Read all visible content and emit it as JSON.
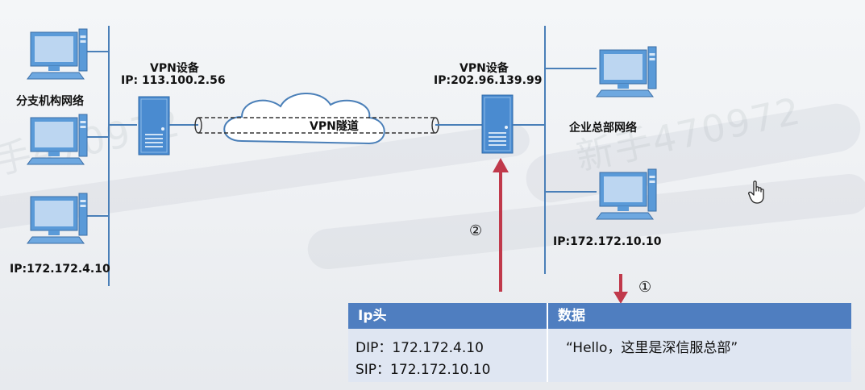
{
  "colors": {
    "accent_red": "#c0394b",
    "table_header": "#4f7ec0",
    "table_body": "#dfe6f2",
    "server": "#4a8bd0",
    "cloud_stroke": "#4a7fb8"
  },
  "branch": {
    "network_label": "分支机构网络",
    "host_ip": "IP:172.172.4.10",
    "vpn_title": "VPN设备",
    "vpn_ip": "IP:  113.100.2.56"
  },
  "hq": {
    "network_label": "企业总部网络",
    "host_ip": "IP:172.172.10.10",
    "vpn_title": "VPN设备",
    "vpn_ip": "IP:202.96.139.99"
  },
  "tunnel_label": "VPN隧道",
  "step1": "①",
  "step2": "②",
  "packet": {
    "header_title": "Ip头",
    "data_title": "数据",
    "dip": "DIP：172.172.4.10",
    "sip": "SIP：172.172.10.10",
    "payload": "“Hello，这里是深信服总部”"
  },
  "watermarks": [
    "手470972",
    "新手470972"
  ],
  "icons": [
    "computer-icon",
    "server-icon",
    "cloud-icon",
    "hand-cursor-icon"
  ]
}
